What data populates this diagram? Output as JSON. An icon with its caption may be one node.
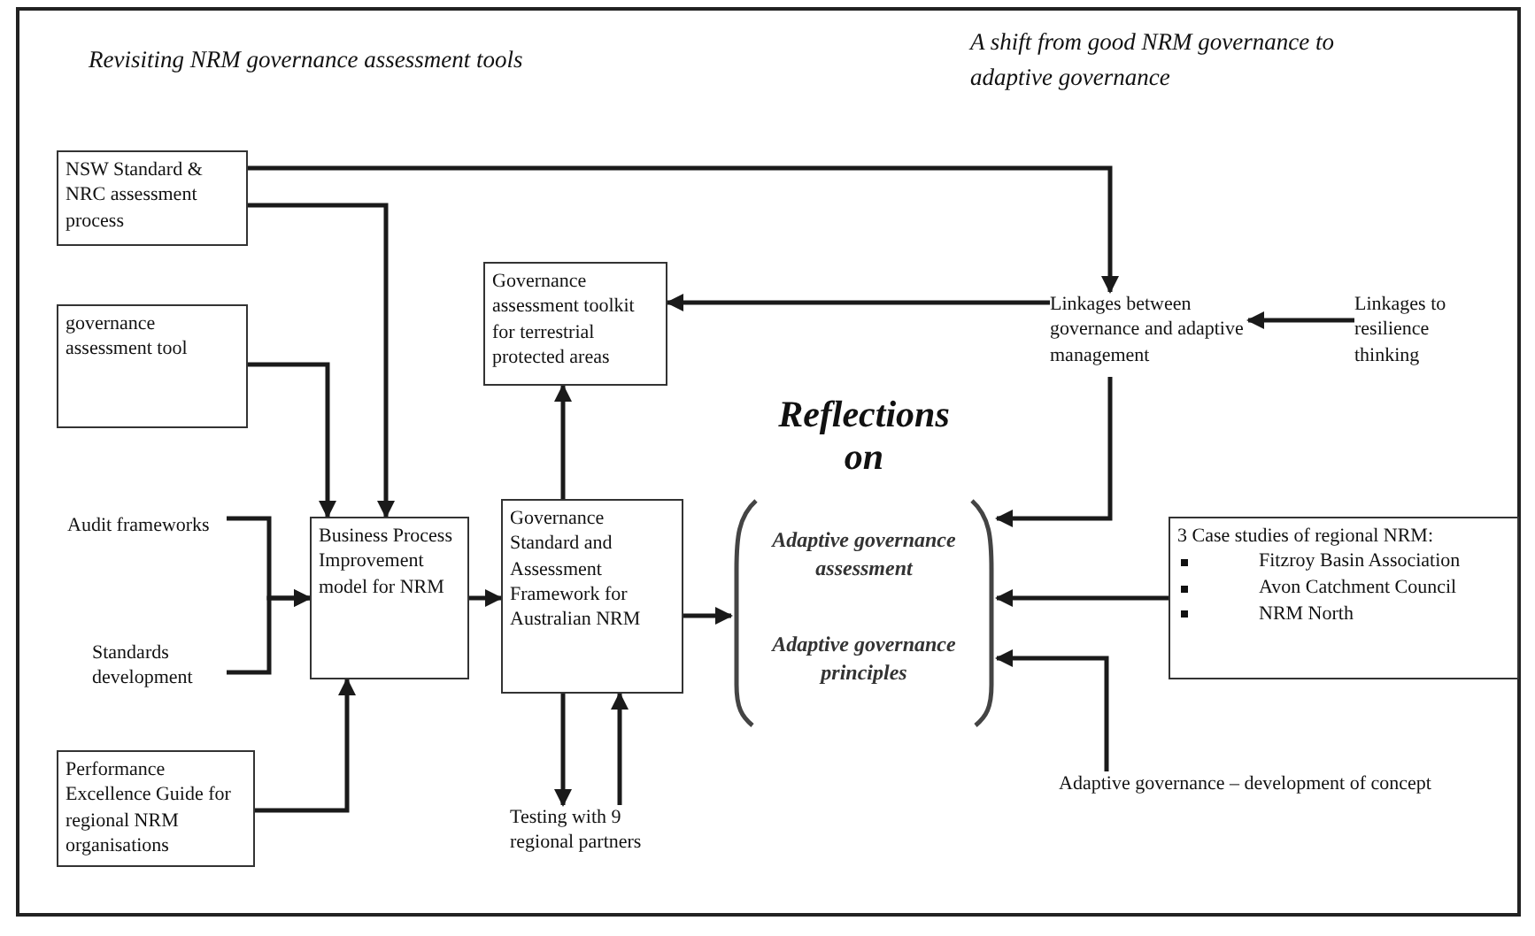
{
  "diagram": {
    "nodes": [
      {
        "text": [
          "NSW Standard & NRC assessment process"
        ]
      },
      {
        "text": [
          "governance assessment tool"
        ]
      },
      {
        "text": [
          "Audit frameworks"
        ]
      },
      {
        "text": [
          "Standards development"
        ]
      },
      {
        "text": [
          "Performance Excellence Guide for regional NRM organisations"
        ]
      },
      {
        "text": [
          "Business Process Improvement model for NRM"
        ]
      },
      {
        "text": [
          "Governance assessment toolkit for terrestrial protected areas"
        ]
      },
      {
        "text": [
          "Governance Standard and Assessment Framework for Australian NRM"
        ]
      },
      {
        "text": [
          "Testing with 9 regional partners"
        ]
      },
      {
        "text": [
          "Reflections on",
          "Adaptive governance assessment",
          "Adaptive governance principles"
        ]
      },
      {
        "text": [
          "Linkages between governance and adaptive management"
        ]
      },
      {
        "text": [
          "Linkages to resilience thinking"
        ]
      },
      {
        "text": [
          "3 Case studies of regional NRM:",
          "Fitzroy Basin Association",
          "Avon Catchment Council",
          "NRM North"
        ]
      },
      {
        "text": [
          "Adaptive governance – development of concept"
        ]
      }
    ],
    "edges": [
      {
        "from": 0,
        "to": 10,
        "arrow": "to"
      },
      {
        "from": 0,
        "to": 5,
        "arrow": "to"
      },
      {
        "from": 1,
        "to": 5,
        "arrow": "to"
      },
      {
        "from": 2,
        "to": 5,
        "arrow": "to"
      },
      {
        "from": 3,
        "to": 5,
        "arrow": "to"
      },
      {
        "from": 4,
        "to": 5,
        "arrow": "to"
      },
      {
        "from": 5,
        "to": 7,
        "arrow": "to"
      },
      {
        "from": 7,
        "to": 6,
        "arrow": "to"
      },
      {
        "from": 10,
        "to": 6,
        "arrow": "to"
      },
      {
        "from": 11,
        "to": 10,
        "arrow": "to"
      },
      {
        "from": 7,
        "to": 8,
        "arrow": "to"
      },
      {
        "from": 8,
        "to": 7,
        "arrow": "to"
      },
      {
        "from": 7,
        "to": 9,
        "arrow": "to"
      },
      {
        "from": 10,
        "to": 9,
        "arrow": "to"
      },
      {
        "from": 12,
        "to": 9,
        "arrow": "to"
      },
      {
        "from": 13,
        "to": 9,
        "arrow": "to"
      }
    ],
    "labels": [
      "Revisiting NRM governance assessment tools",
      "A shift from good NRM governance to adaptive governance"
    ]
  }
}
